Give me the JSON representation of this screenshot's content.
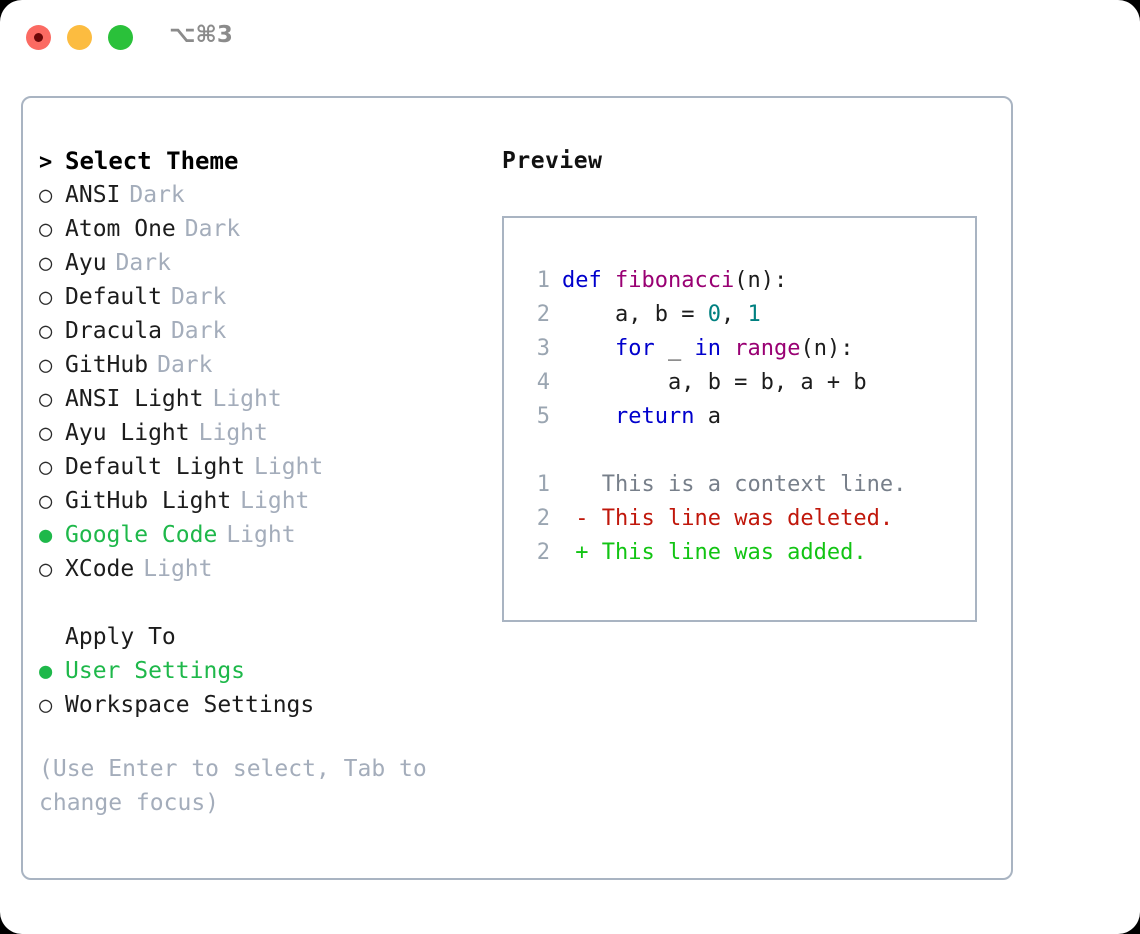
{
  "titlebar": {
    "traffic_lights": [
      "close-red",
      "minimize-yellow",
      "maximize-green"
    ],
    "shortcut": "⌥⌘3"
  },
  "theme_panel": {
    "header_prompt": ">",
    "header_label": "Select Theme",
    "unselected_glyph": "○",
    "selected_glyph": "●",
    "items": [
      {
        "name": "ANSI",
        "variant": "Dark",
        "selected": false
      },
      {
        "name": "Atom One",
        "variant": "Dark",
        "selected": false
      },
      {
        "name": "Ayu",
        "variant": "Dark",
        "selected": false
      },
      {
        "name": "Default",
        "variant": "Dark",
        "selected": false
      },
      {
        "name": "Dracula",
        "variant": "Dark",
        "selected": false
      },
      {
        "name": "GitHub",
        "variant": "Dark",
        "selected": false
      },
      {
        "name": "ANSI Light",
        "variant": "Light",
        "selected": false
      },
      {
        "name": "Ayu Light",
        "variant": "Light",
        "selected": false
      },
      {
        "name": "Default Light",
        "variant": "Light",
        "selected": false
      },
      {
        "name": "GitHub Light",
        "variant": "Light",
        "selected": false
      },
      {
        "name": "Google Code",
        "variant": "Light",
        "selected": true
      },
      {
        "name": "XCode",
        "variant": "Light",
        "selected": false
      }
    ]
  },
  "apply_to": {
    "label": "Apply To",
    "options": [
      {
        "name": "User Settings",
        "selected": true
      },
      {
        "name": "Workspace Settings",
        "selected": false
      }
    ]
  },
  "hint": "(Use Enter to select, Tab to change focus)",
  "preview": {
    "title": "Preview",
    "code_lines": [
      {
        "no": "1",
        "tokens": [
          {
            "t": "def",
            "c": "kw"
          },
          {
            "t": " ",
            "c": "plain"
          },
          {
            "t": "fibonacci",
            "c": "fn"
          },
          {
            "t": "(n):",
            "c": "plain"
          }
        ]
      },
      {
        "no": "2",
        "tokens": [
          {
            "t": "    a, b = ",
            "c": "plain"
          },
          {
            "t": "0",
            "c": "num"
          },
          {
            "t": ", ",
            "c": "plain"
          },
          {
            "t": "1",
            "c": "num"
          }
        ]
      },
      {
        "no": "3",
        "tokens": [
          {
            "t": "    ",
            "c": "plain"
          },
          {
            "t": "for",
            "c": "kw"
          },
          {
            "t": " _ ",
            "c": "plain"
          },
          {
            "t": "in",
            "c": "kw"
          },
          {
            "t": " ",
            "c": "plain"
          },
          {
            "t": "range",
            "c": "fn"
          },
          {
            "t": "(n):",
            "c": "plain"
          }
        ]
      },
      {
        "no": "4",
        "tokens": [
          {
            "t": "        a, b = b, a + b",
            "c": "plain"
          }
        ]
      },
      {
        "no": "5",
        "tokens": [
          {
            "t": "    ",
            "c": "plain"
          },
          {
            "t": "return",
            "c": "kw"
          },
          {
            "t": " a",
            "c": "plain"
          }
        ]
      }
    ],
    "diff_lines": [
      {
        "no": "1",
        "marker": " ",
        "text": "This is a context line.",
        "kind": "ctx"
      },
      {
        "no": "2",
        "marker": "-",
        "text": "This line was deleted.",
        "kind": "del"
      },
      {
        "no": "2",
        "marker": "+",
        "text": "This line was added.",
        "kind": "add"
      }
    ]
  },
  "colors": {
    "accent_green": "#1eb84a",
    "border": "#a9b4c2",
    "muted": "#a4adbb",
    "keyword": "#0000cc",
    "function": "#990073",
    "number": "#008080",
    "diff_add": "#12c413",
    "diff_del": "#c0170b",
    "diff_ctx": "#777f8a"
  }
}
